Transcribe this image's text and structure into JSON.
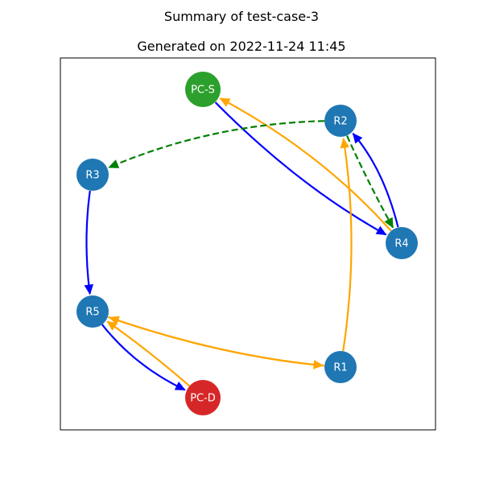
{
  "title": "Summary of test-case-3",
  "subtitle": "Generated on 2022-11-24 11:45",
  "colors": {
    "router": "#1f77b4",
    "source": "#2ca02c",
    "destination": "#d62728",
    "primary_path": "#0000ff",
    "alternate_path": "#ffa500",
    "backup_path": "#008000"
  },
  "nodes": [
    {
      "id": "PC-S",
      "label": "PC-S",
      "role": "source"
    },
    {
      "id": "R2",
      "label": "R2",
      "role": "router"
    },
    {
      "id": "R3",
      "label": "R3",
      "role": "router"
    },
    {
      "id": "R4",
      "label": "R4",
      "role": "router"
    },
    {
      "id": "R5",
      "label": "R5",
      "role": "router"
    },
    {
      "id": "R1",
      "label": "R1",
      "role": "router"
    },
    {
      "id": "PC-D",
      "label": "PC-D",
      "role": "destination"
    }
  ],
  "edges": [
    {
      "from": "PC-S",
      "to": "R4",
      "kind": "primary_path"
    },
    {
      "from": "R4",
      "to": "R2",
      "kind": "primary_path"
    },
    {
      "from": "R3",
      "to": "R5",
      "kind": "primary_path"
    },
    {
      "from": "R5",
      "to": "PC-D",
      "kind": "primary_path"
    },
    {
      "from": "R4",
      "to": "PC-S",
      "kind": "alternate_path"
    },
    {
      "from": "R1",
      "to": "R2",
      "kind": "alternate_path"
    },
    {
      "from": "R5",
      "to": "R1",
      "kind": "alternate_path"
    },
    {
      "from": "R1",
      "to": "R5",
      "kind": "alternate_path"
    },
    {
      "from": "PC-D",
      "to": "R5",
      "kind": "alternate_path"
    },
    {
      "from": "R2",
      "to": "R3",
      "kind": "backup_path"
    },
    {
      "from": "R2",
      "to": "R4",
      "kind": "backup_path"
    }
  ]
}
